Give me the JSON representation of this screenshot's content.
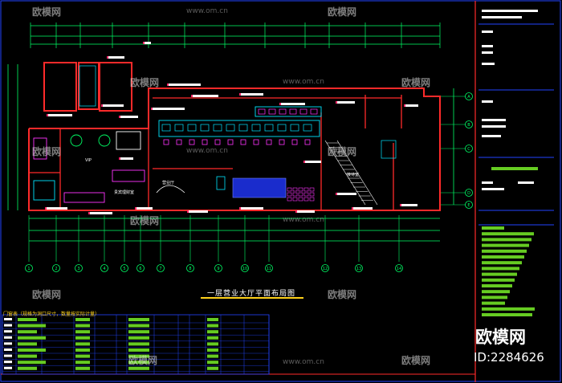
{
  "drawing": {
    "title": "一层营业大厅平面布局图",
    "note": "门窗表（规格为洞口尺寸，数量按实际计量）",
    "room_labels": [
      "VIP",
      "贵宾理财室",
      "接待室",
      "营业厅"
    ]
  },
  "axes": {
    "bottom": [
      "1",
      "2",
      "3",
      "4",
      "5",
      "6",
      "7",
      "8",
      "9",
      "10",
      "11",
      "12",
      "13",
      "14"
    ],
    "right": [
      "A",
      "B",
      "C",
      "D",
      "E"
    ]
  },
  "watermark": {
    "brand": "欧模网",
    "site": "www.om.cn",
    "id_text": "ID:2284626"
  },
  "colors": {
    "background": "#000000",
    "wall": "#ff2a2a",
    "dimension": "#00ff66",
    "furniture": "#ff33ff",
    "fixture": "#00e5ff",
    "label": "#ffffff",
    "highlight": "#ffd21a",
    "panel_fill": "#66cc22",
    "frame": "#2244ff"
  }
}
